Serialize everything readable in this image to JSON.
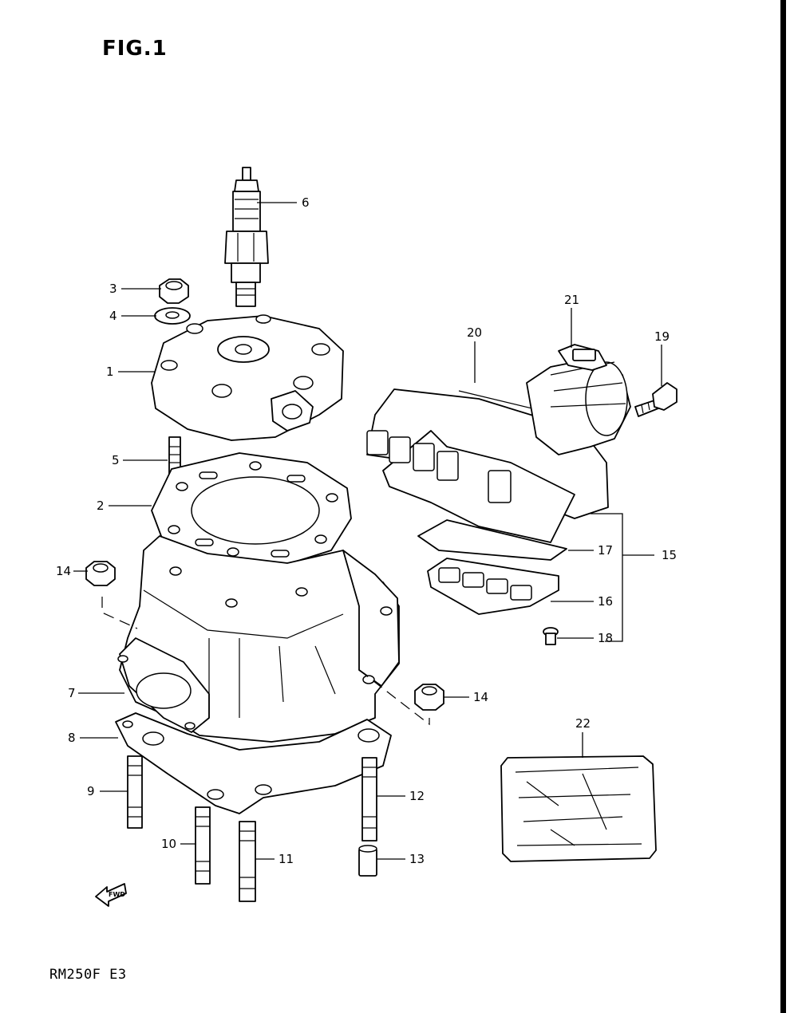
{
  "figure": {
    "title": "FIG.1",
    "model": "RM250F  E3"
  },
  "fwd_label": "FWD",
  "callouts": [
    {
      "id": "c1",
      "number": "1"
    },
    {
      "id": "c2",
      "number": "2"
    },
    {
      "id": "c3",
      "number": "3"
    },
    {
      "id": "c4",
      "number": "4"
    },
    {
      "id": "c5",
      "number": "5"
    },
    {
      "id": "c6",
      "number": "6"
    },
    {
      "id": "c7",
      "number": "7"
    },
    {
      "id": "c8",
      "number": "8"
    },
    {
      "id": "c9",
      "number": "9"
    },
    {
      "id": "c10",
      "number": "10"
    },
    {
      "id": "c11",
      "number": "11"
    },
    {
      "id": "c12",
      "number": "12"
    },
    {
      "id": "c13",
      "number": "13"
    },
    {
      "id": "c14a",
      "number": "14"
    },
    {
      "id": "c14b",
      "number": "14"
    },
    {
      "id": "c15",
      "number": "15"
    },
    {
      "id": "c16",
      "number": "16"
    },
    {
      "id": "c17",
      "number": "17"
    },
    {
      "id": "c18",
      "number": "18"
    },
    {
      "id": "c19",
      "number": "19"
    },
    {
      "id": "c20",
      "number": "20"
    },
    {
      "id": "c21",
      "number": "21"
    },
    {
      "id": "c22",
      "number": "22"
    }
  ]
}
